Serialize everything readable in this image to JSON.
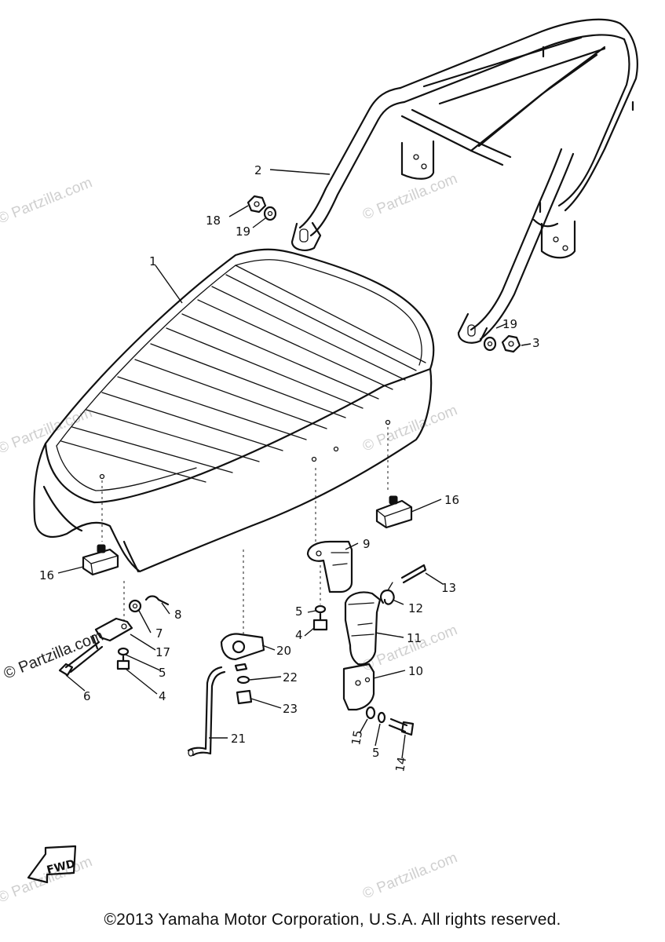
{
  "callouts": {
    "c1": "1",
    "c2": "2",
    "c3": "3",
    "c4a": "4",
    "c4b": "4",
    "c5a": "5",
    "c5b": "5",
    "c5c": "5",
    "c6": "6",
    "c7": "7",
    "c8": "8",
    "c9": "9",
    "c10": "10",
    "c11": "11",
    "c12": "12",
    "c13": "13",
    "c14": "14",
    "c15": "15",
    "c16a": "16",
    "c16b": "16",
    "c17": "17",
    "c18": "18",
    "c19a": "19",
    "c19b": "19",
    "c20": "20",
    "c21": "21",
    "c22": "22",
    "c23": "23"
  },
  "fwd_label": "FWD",
  "watermark": "© Partzilla.com",
  "copyright": "©2013 Yamaha Motor Corporation, U.S.A. All rights reserved."
}
